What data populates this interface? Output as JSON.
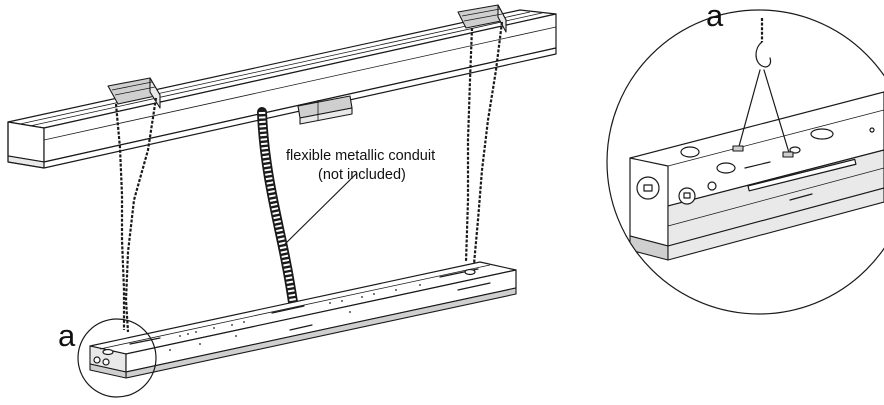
{
  "figure": {
    "callout_main": "a",
    "callout_detail": "a",
    "conduit_note_line1": "flexible metallic conduit",
    "conduit_note_line2": "(not included)"
  }
}
